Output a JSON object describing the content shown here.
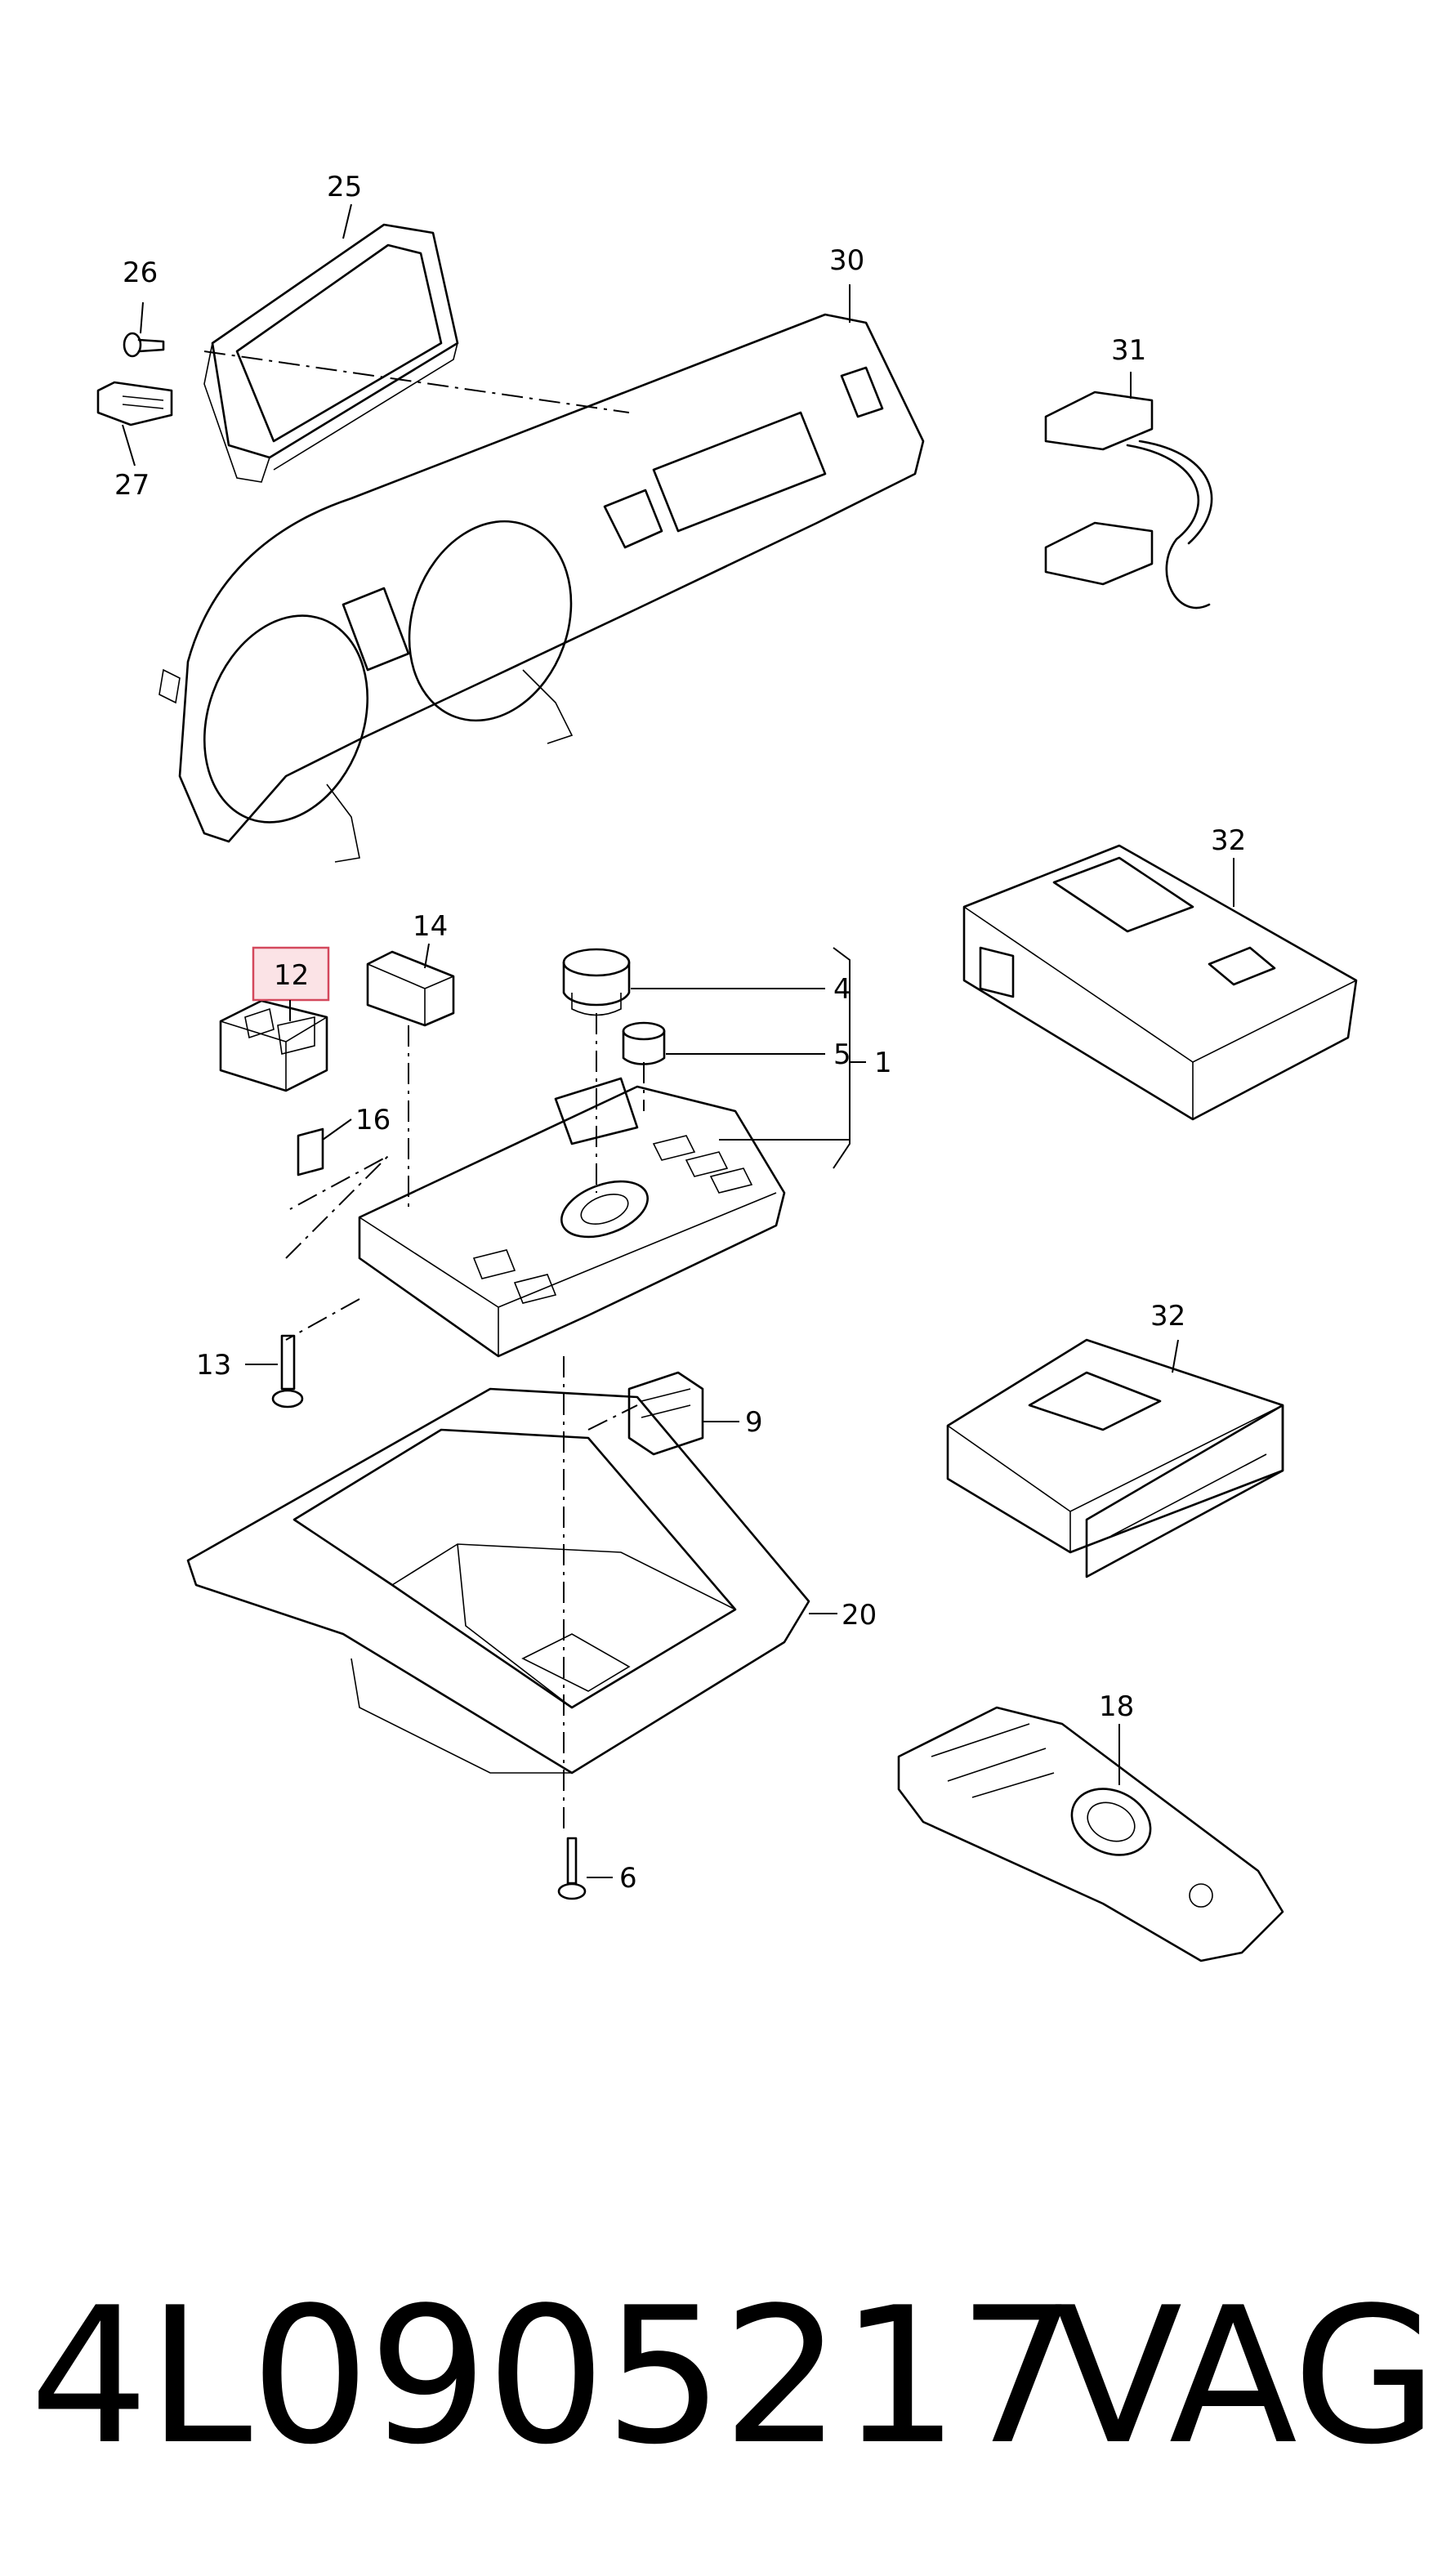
{
  "callouts": {
    "c1": "1",
    "c4": "4",
    "c5": "5",
    "c6": "6",
    "c9": "9",
    "c12": "12",
    "c13": "13",
    "c14": "14",
    "c16": "16",
    "c18": "18",
    "c20": "20",
    "c25": "25",
    "c26": "26",
    "c27": "27",
    "c30": "30",
    "c31": "31",
    "c32a": "32",
    "c32b": "32"
  },
  "highlight_color": "#d4485c",
  "footer": {
    "part_number": "4L0905217",
    "brand": "VAG"
  }
}
